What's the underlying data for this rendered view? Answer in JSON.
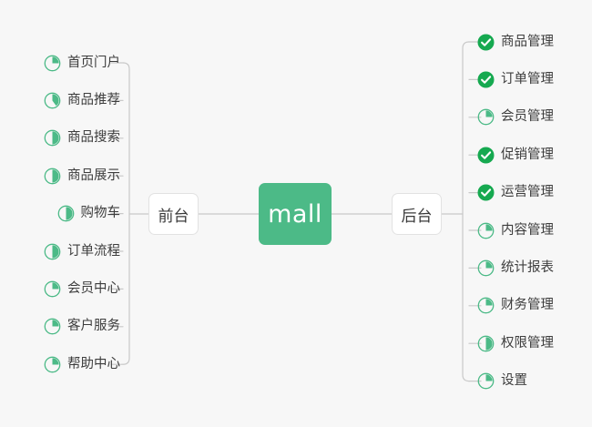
{
  "diagram": {
    "type": "mind-map",
    "background_color": "#f7f7f7",
    "accent_color": "#4cba87",
    "check_color": "#16a950",
    "line_color": "#c9c9c9",
    "text_color": "#3d3d3d",
    "center": {
      "label": "mall",
      "fill": "#4cba87",
      "text_color": "#ffffff"
    },
    "branches": [
      {
        "id": "frontend",
        "label": "前台",
        "side": "left",
        "leaves": [
          {
            "label": "首页门户",
            "icon": "pie-progress-icon",
            "progress": 25
          },
          {
            "label": "商品推荐",
            "icon": "pie-progress-icon",
            "progress": 40
          },
          {
            "label": "商品搜索",
            "icon": "pie-progress-icon",
            "progress": 50
          },
          {
            "label": "商品展示",
            "icon": "pie-progress-icon",
            "progress": 50
          },
          {
            "label": "购物车",
            "icon": "pie-progress-icon",
            "progress": 50
          },
          {
            "label": "订单流程",
            "icon": "pie-progress-icon",
            "progress": 50
          },
          {
            "label": "会员中心",
            "icon": "pie-progress-icon",
            "progress": 25
          },
          {
            "label": "客户服务",
            "icon": "pie-progress-icon",
            "progress": 25
          },
          {
            "label": "帮助中心",
            "icon": "pie-progress-icon",
            "progress": 25
          }
        ]
      },
      {
        "id": "backend",
        "label": "后台",
        "side": "right",
        "leaves": [
          {
            "label": "商品管理",
            "icon": "check-circle-icon",
            "progress": 100
          },
          {
            "label": "订单管理",
            "icon": "check-circle-icon",
            "progress": 100
          },
          {
            "label": "会员管理",
            "icon": "pie-progress-icon",
            "progress": 25
          },
          {
            "label": "促销管理",
            "icon": "check-circle-icon",
            "progress": 100
          },
          {
            "label": "运营管理",
            "icon": "check-circle-icon",
            "progress": 100
          },
          {
            "label": "内容管理",
            "icon": "pie-progress-icon",
            "progress": 25
          },
          {
            "label": "统计报表",
            "icon": "pie-progress-icon",
            "progress": 25
          },
          {
            "label": "财务管理",
            "icon": "pie-progress-icon",
            "progress": 25
          },
          {
            "label": "权限管理",
            "icon": "pie-progress-icon",
            "progress": 50
          },
          {
            "label": "设置",
            "icon": "pie-progress-icon",
            "progress": 25
          }
        ]
      }
    ]
  }
}
